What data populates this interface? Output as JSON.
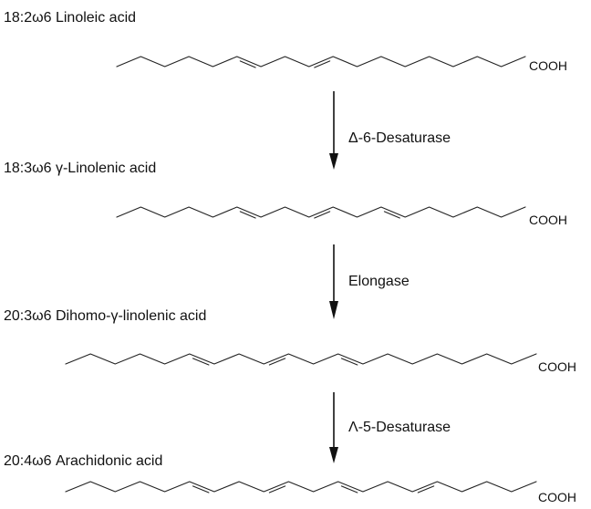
{
  "compounds": [
    {
      "name": "18:2ω6 Linoleic acid",
      "group": "COOH",
      "carbons": 18,
      "double_bonds": [
        9,
        12
      ]
    },
    {
      "name": "18:3ω6 γ-Linolenic acid",
      "group": "COOH",
      "carbons": 18,
      "double_bonds": [
        6,
        9,
        12
      ]
    },
    {
      "name": "20:3ω6 Dihomo-γ-linolenic acid",
      "group": "COOH",
      "carbons": 20,
      "double_bonds": [
        8,
        11,
        14
      ]
    },
    {
      "name": "20:4ω6 Arachidonic acid",
      "group": "COOH",
      "carbons": 20,
      "double_bonds": [
        5,
        8,
        11,
        14
      ]
    }
  ],
  "steps": [
    {
      "enzyme": "Δ-6-Desaturase"
    },
    {
      "enzyme": "Elongase"
    },
    {
      "enzyme": "Λ-5-Desaturase"
    }
  ]
}
